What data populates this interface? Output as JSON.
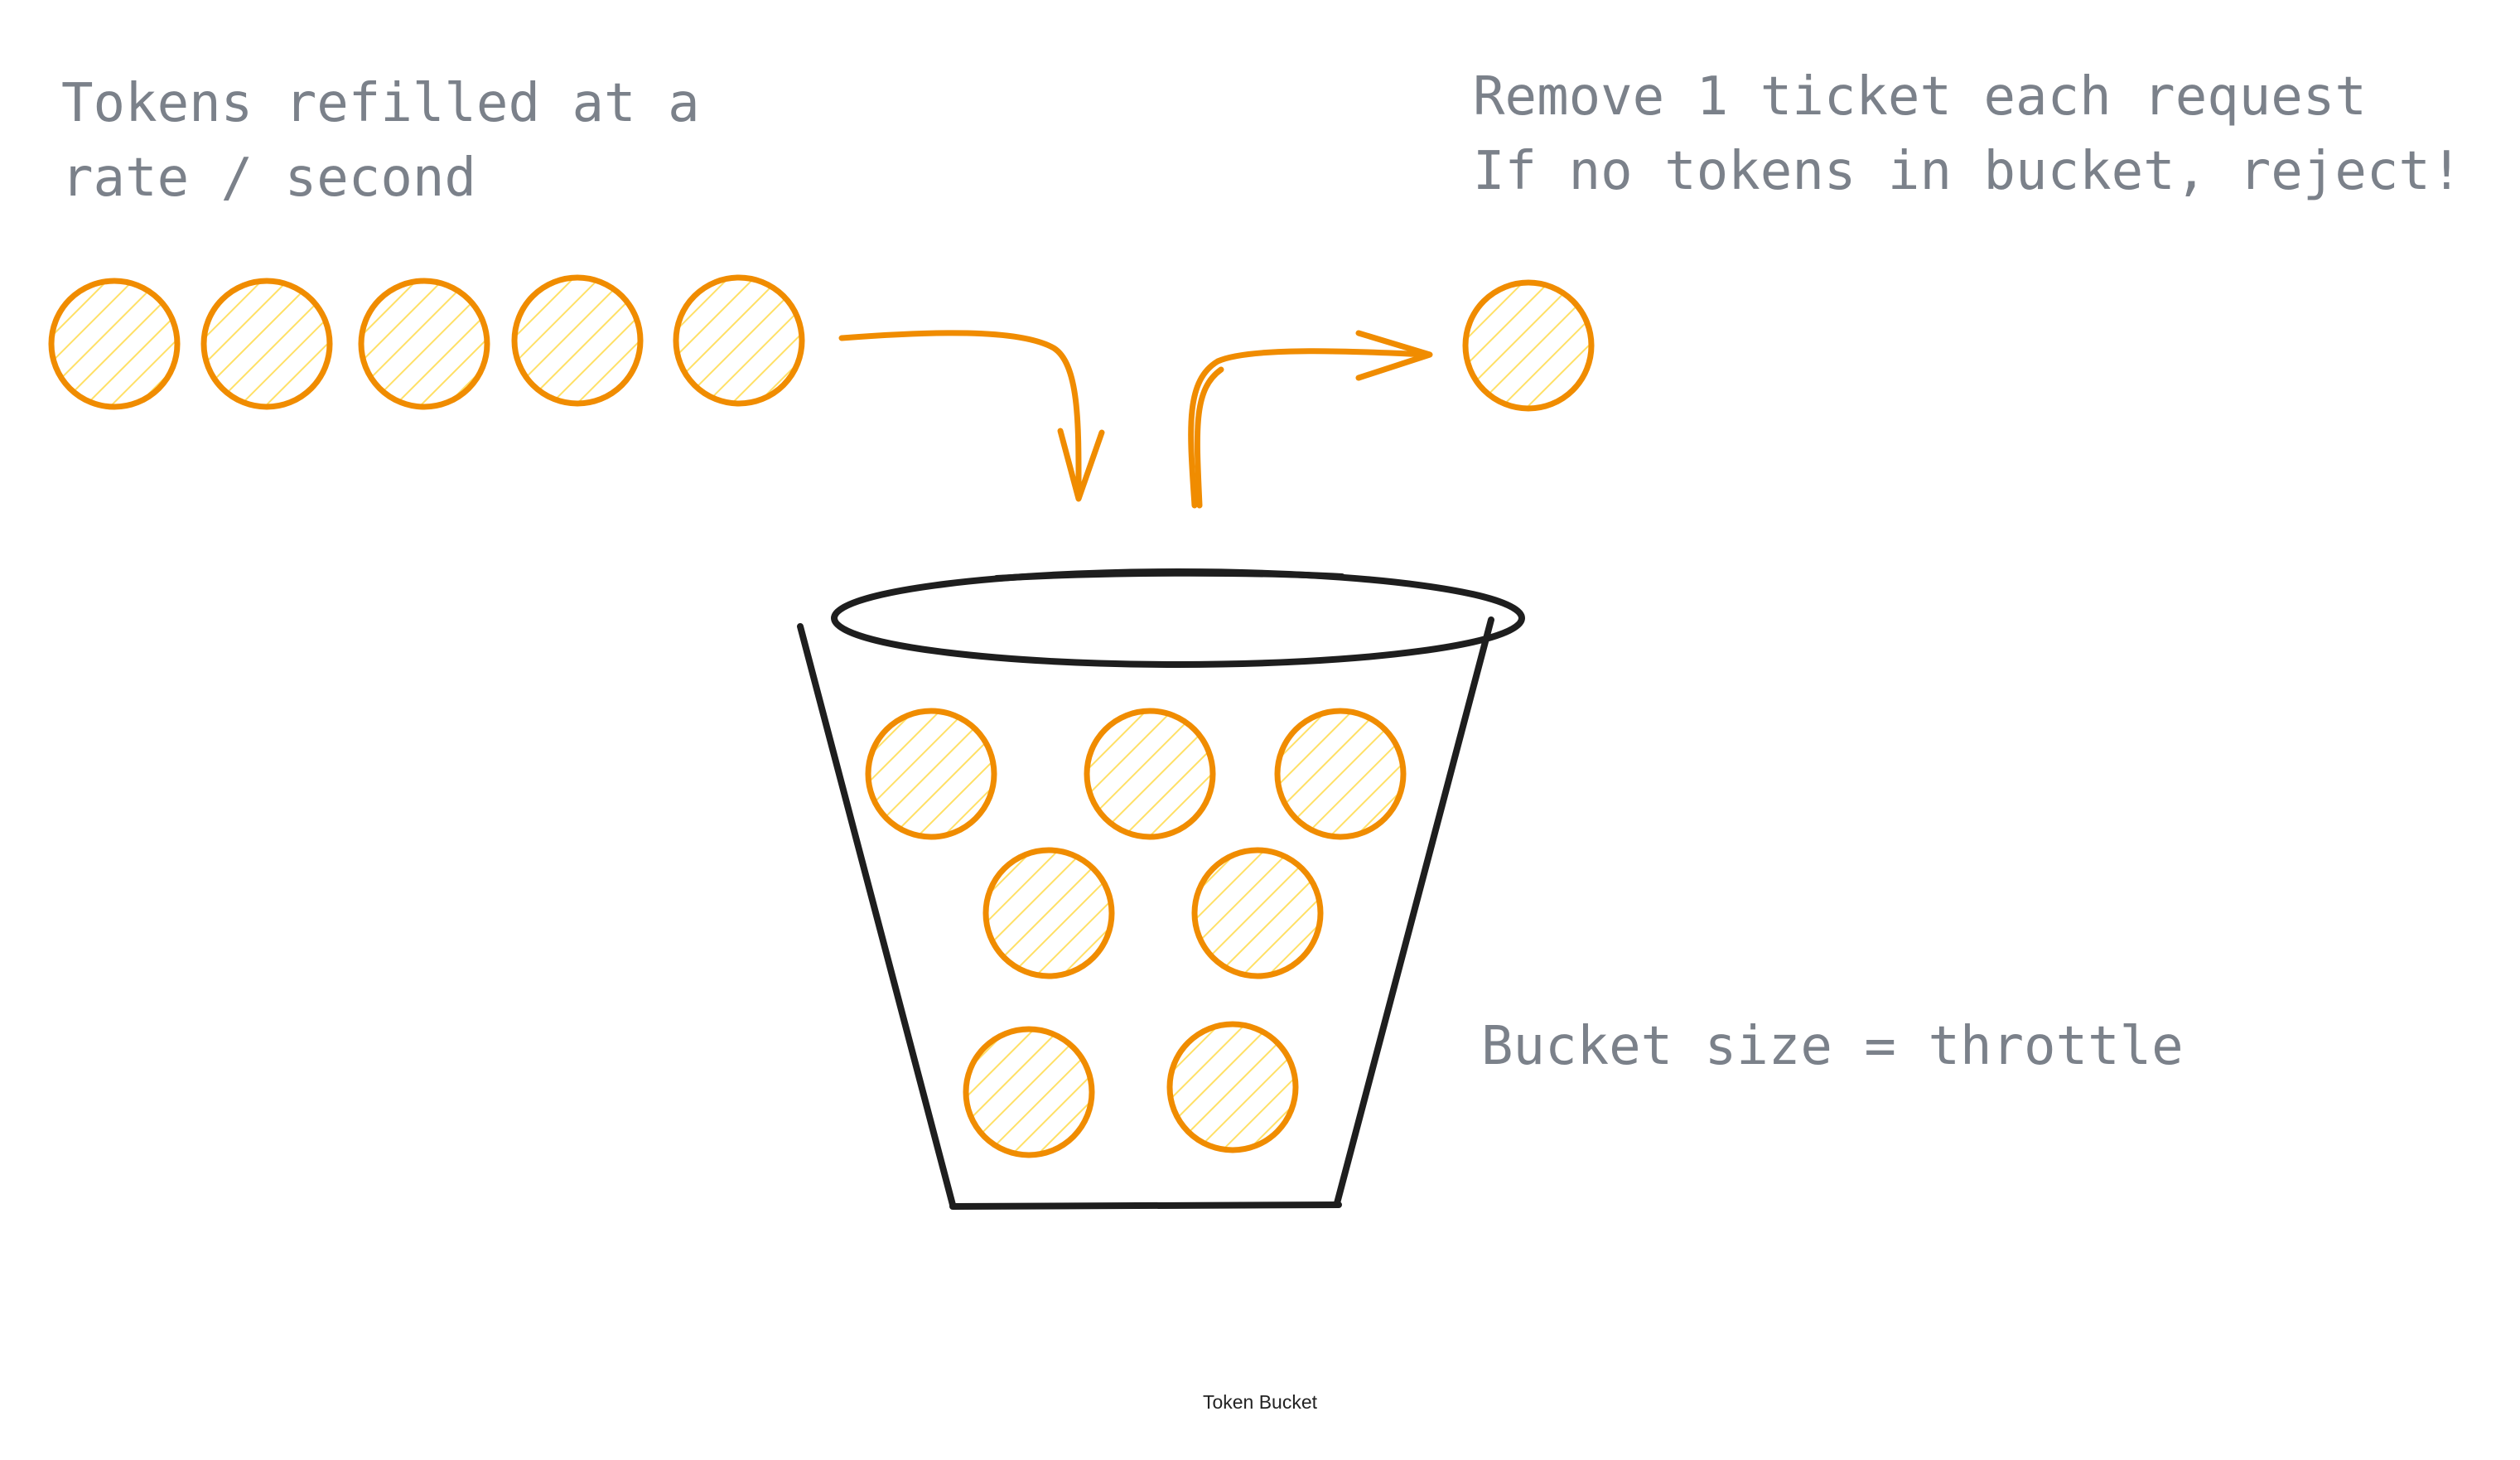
{
  "diagram": {
    "refill_text": [
      "Tokens refilled at a",
      "rate / second"
    ],
    "request_text": [
      "Remove 1 ticket each request",
      "If no tokens in bucket, reject!"
    ],
    "bucket_text": "Bucket size = throttle",
    "caption": "Token Bucket"
  },
  "colors": {
    "token_stroke": "#f08c00",
    "token_hatch": "#ffe066",
    "bucket_stroke": "#1e1e1e",
    "annotation_text": "#7b818a"
  },
  "icons": {
    "token": "hatched-orange-circle",
    "bucket": "bucket-outline"
  },
  "counts": {
    "incoming_tokens": 5,
    "outgoing_tokens": 1,
    "tokens_in_bucket": 7
  }
}
